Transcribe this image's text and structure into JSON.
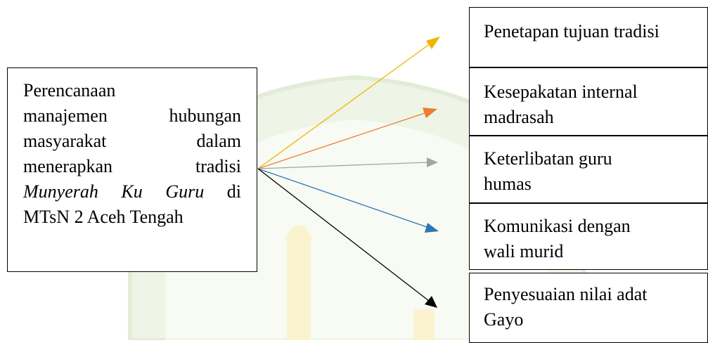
{
  "source": {
    "lines": [
      "Perencanaan",
      "manajemen hubungan",
      "masyarakat dalam",
      "menerapkan tradisi",
      {
        "italic": "Munyerah Ku Guru",
        "rest": " di"
      },
      "MTsN 2 Aceh Tengah"
    ]
  },
  "targets": [
    {
      "line1": "Penetapan tujuan tradisi",
      "line2": "",
      "color": "#f0b400"
    },
    {
      "line1": "Kesepakatan internal",
      "line2": "madrasah",
      "color": "#ed7d31"
    },
    {
      "line1": "Keterlibatan guru",
      "line2": "humas",
      "color": "#a5a5a5"
    },
    {
      "line1": "Komunikasi dengan",
      "line2": "wali murid",
      "color": "#2e75b6"
    },
    {
      "line1": "Penyesuaian nilai adat",
      "line2": "Gayo",
      "color": "#000000"
    }
  ],
  "watermark_colors": {
    "dome": "#e6f0dc",
    "tower": "#fbf3cf",
    "dome_outline": "#dfe9d2"
  }
}
